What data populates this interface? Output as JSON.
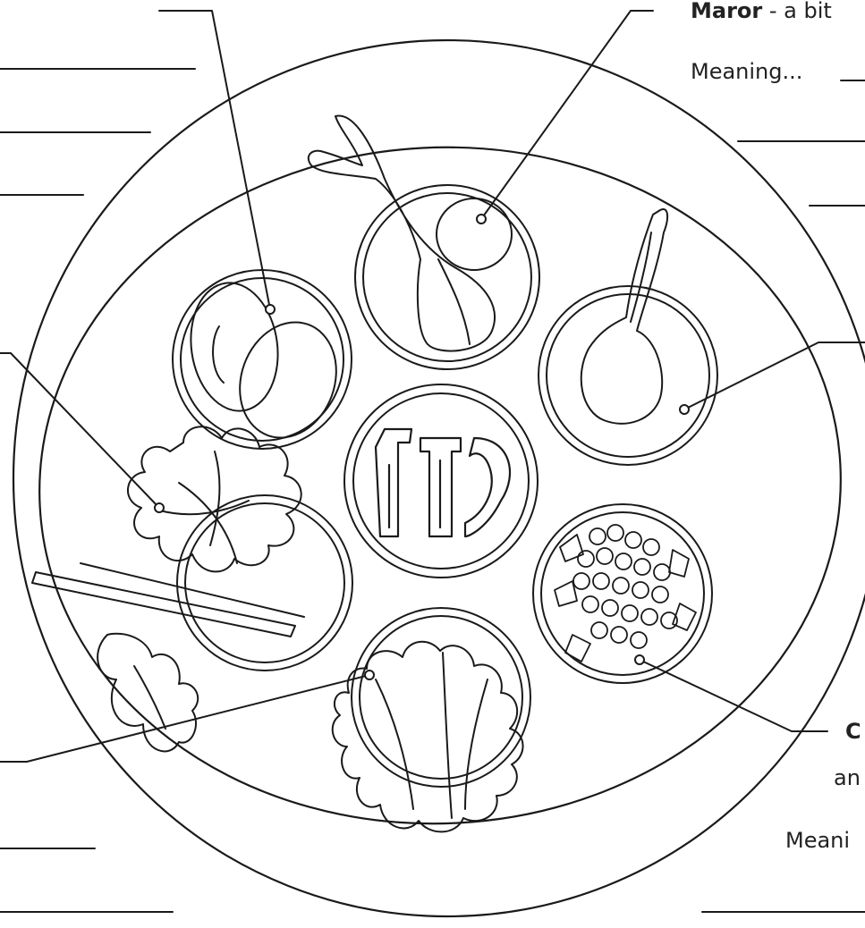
{
  "maror": {
    "name": "Maror",
    "desc": " - a bit"
  },
  "maror_meaning": "Meaning...",
  "charoset": {
    "name": "C",
    "desc": "an",
    "meaning": "Meani"
  }
}
